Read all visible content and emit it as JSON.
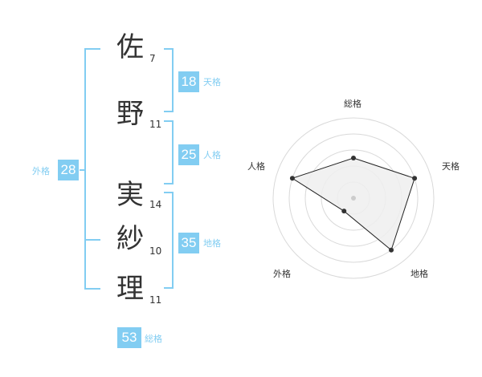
{
  "name_chars": [
    {
      "char": "佐",
      "strokes": "7"
    },
    {
      "char": "野",
      "strokes": "11"
    },
    {
      "char": "実",
      "strokes": "14"
    },
    {
      "char": "紗",
      "strokes": "10"
    },
    {
      "char": "理",
      "strokes": "11"
    }
  ],
  "kaku": {
    "tenkaku": {
      "value": "18",
      "label": "天格"
    },
    "jinkaku": {
      "value": "25",
      "label": "人格"
    },
    "chikaku": {
      "value": "35",
      "label": "地格"
    },
    "gaikaku": {
      "value": "28",
      "label": "外格"
    },
    "soukaku": {
      "value": "53",
      "label": "総格"
    }
  },
  "colors": {
    "accent": "#82cdf2",
    "text": "#333333",
    "radar_fill": "#efefef"
  },
  "chart_data": {
    "type": "radar",
    "axes": [
      "総格",
      "天格",
      "地格",
      "外格",
      "人格"
    ],
    "values": [
      2.5,
      4.0,
      4.0,
      1.0,
      4.0
    ],
    "max": 5,
    "rings": 5
  }
}
